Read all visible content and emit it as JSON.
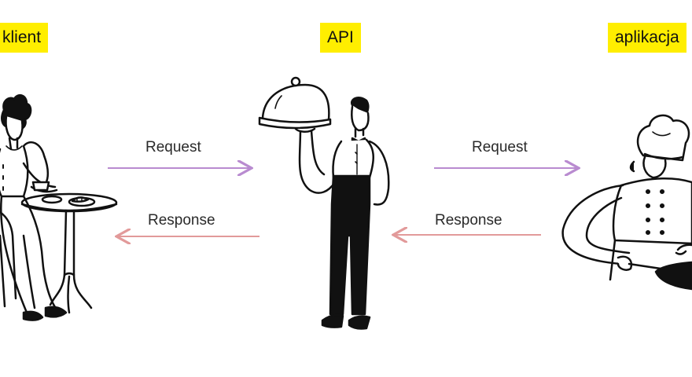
{
  "labels": {
    "client": "klient",
    "api": "API",
    "application": "aplikacja"
  },
  "arrows": {
    "request_left": "Request",
    "response_left": "Response",
    "request_right": "Request",
    "response_right": "Response"
  },
  "colors": {
    "label_highlight": "#ffee00",
    "request_arrow": "#b98bd0",
    "response_arrow": "#e29a9a"
  },
  "icons": [
    "client-woman-at-cafe-table-illustration",
    "waiter-with-cloche-illustration",
    "chef-with-pan-illustration"
  ]
}
